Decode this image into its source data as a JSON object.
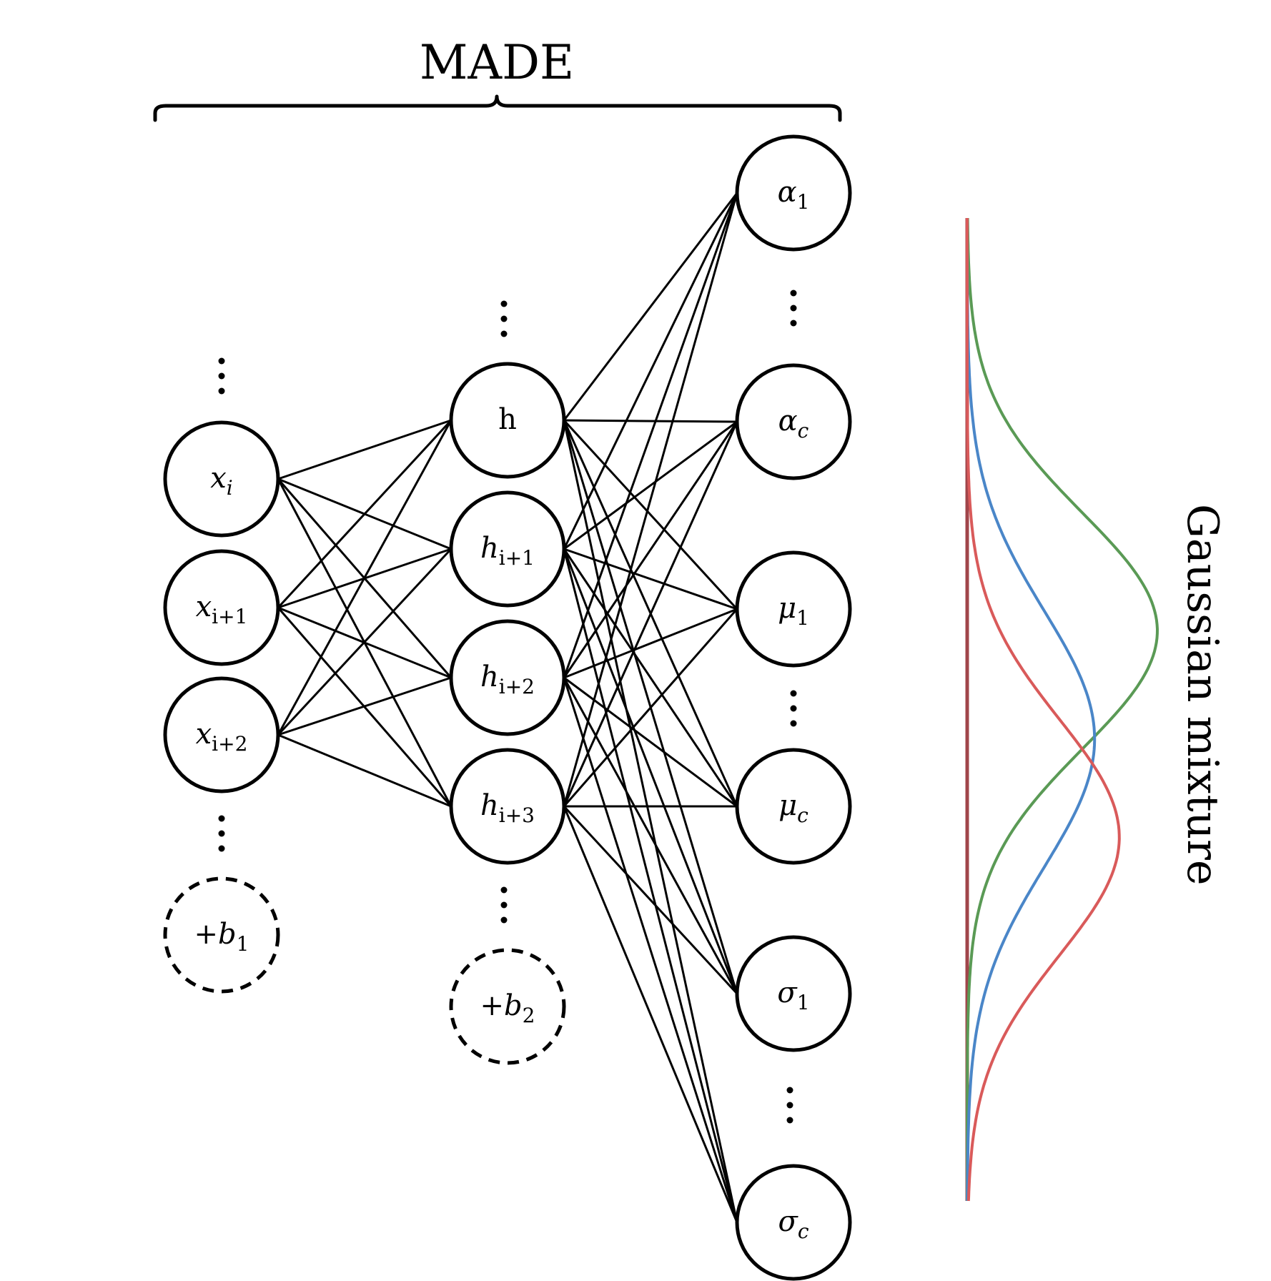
{
  "title": "MADE",
  "side_label": "Gaussian mixture",
  "colors": {
    "stroke": "#000000",
    "green": "#5a9a55",
    "blue": "#4a86c8",
    "red": "#d95a5a",
    "axis": "#a0454a"
  },
  "input_layer": {
    "nodes": [
      {
        "id": "x_i",
        "base": "x",
        "sub": "i",
        "sub_italic": true
      },
      {
        "id": "x_i1",
        "base": "x",
        "sub": "i+1",
        "sub_italic": false
      },
      {
        "id": "x_i2",
        "base": "x",
        "sub": "i+2",
        "sub_italic": false
      }
    ],
    "bias": {
      "id": "b1",
      "prefix": "+",
      "base": "b",
      "sub": "1"
    }
  },
  "hidden_layer": {
    "nodes": [
      {
        "id": "h",
        "base": "h",
        "sub": "",
        "upright": true
      },
      {
        "id": "h_i1",
        "base": "h",
        "sub": "i+1"
      },
      {
        "id": "h_i2",
        "base": "h",
        "sub": "i+2"
      },
      {
        "id": "h_i3",
        "base": "h",
        "sub": "i+3"
      }
    ],
    "bias": {
      "id": "b2",
      "prefix": "+",
      "base": "b",
      "sub": "2"
    }
  },
  "output_layer": {
    "nodes": [
      {
        "id": "alpha_1",
        "base": "α",
        "sub": "1"
      },
      {
        "id": "alpha_c",
        "base": "α",
        "sub": "c",
        "sub_italic": true
      },
      {
        "id": "mu_1",
        "base": "μ",
        "sub": "1"
      },
      {
        "id": "mu_c",
        "base": "μ",
        "sub": "c",
        "sub_italic": true
      },
      {
        "id": "sigma_1",
        "base": "σ",
        "sub": "1"
      },
      {
        "id": "sigma_c",
        "base": "σ",
        "sub": "c",
        "sub_italic": true
      }
    ]
  },
  "connections": {
    "input_to_hidden": "all",
    "hidden_to_output": "all"
  },
  "mixture_components": [
    {
      "name": "green",
      "mean": 0.42,
      "width": 0.12,
      "amp": 1.0
    },
    {
      "name": "blue",
      "mean": 0.53,
      "width": 0.13,
      "amp": 0.67
    },
    {
      "name": "red",
      "mean": 0.63,
      "width": 0.12,
      "amp": 0.8
    }
  ]
}
